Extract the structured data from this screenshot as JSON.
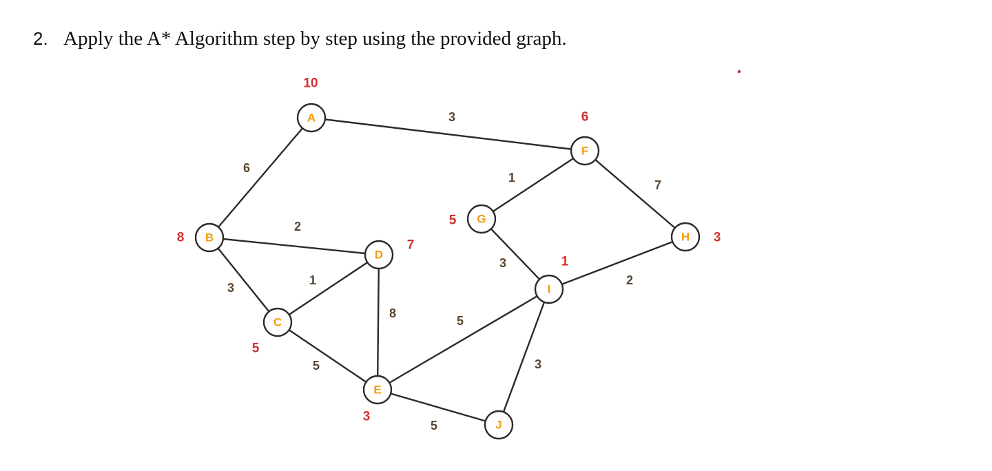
{
  "question": {
    "number": "2.",
    "text": "Apply the A* Algorithm step by step using the provided graph."
  },
  "colors": {
    "node_label": "#f39c12",
    "heuristic": "#d32f2f",
    "edge_weight": "#5a4632",
    "edge": "#2b2b2b"
  },
  "graph": {
    "nodes": [
      {
        "id": "A",
        "label": "A",
        "heuristic": "10"
      },
      {
        "id": "B",
        "label": "B",
        "heuristic": "8"
      },
      {
        "id": "C",
        "label": "C",
        "heuristic": "5"
      },
      {
        "id": "D",
        "label": "D",
        "heuristic": "7"
      },
      {
        "id": "E",
        "label": "E",
        "heuristic": "3"
      },
      {
        "id": "F",
        "label": "F",
        "heuristic": "6"
      },
      {
        "id": "G",
        "label": "G",
        "heuristic": "5"
      },
      {
        "id": "H",
        "label": "H",
        "heuristic": "3"
      },
      {
        "id": "I",
        "label": "I",
        "heuristic": "1"
      },
      {
        "id": "J",
        "label": "J",
        "heuristic": ""
      }
    ],
    "edges": [
      {
        "from": "A",
        "to": "F",
        "weight": "3"
      },
      {
        "from": "A",
        "to": "B",
        "weight": "6"
      },
      {
        "from": "B",
        "to": "D",
        "weight": "2"
      },
      {
        "from": "B",
        "to": "C",
        "weight": "3"
      },
      {
        "from": "C",
        "to": "D",
        "weight": "1"
      },
      {
        "from": "D",
        "to": "E",
        "weight": "8"
      },
      {
        "from": "C",
        "to": "E",
        "weight": "5"
      },
      {
        "from": "E",
        "to": "I",
        "weight": "5"
      },
      {
        "from": "E",
        "to": "J",
        "weight": "5"
      },
      {
        "from": "F",
        "to": "G",
        "weight": "1"
      },
      {
        "from": "F",
        "to": "H",
        "weight": "7"
      },
      {
        "from": "G",
        "to": "I",
        "weight": "3"
      },
      {
        "from": "I",
        "to": "H",
        "weight": "2"
      },
      {
        "from": "I",
        "to": "J",
        "weight": "3"
      }
    ]
  }
}
